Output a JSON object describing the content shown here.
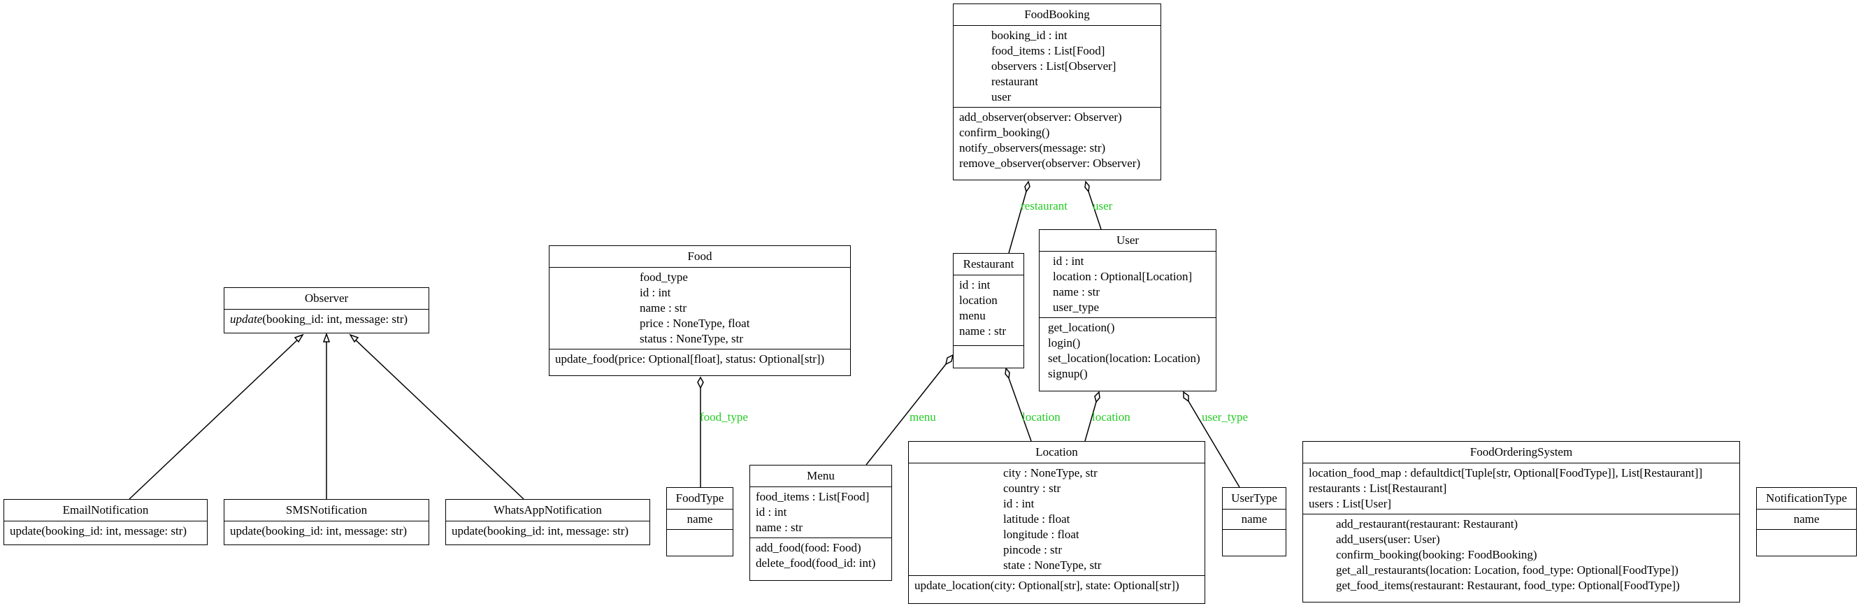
{
  "classes": {
    "food_booking": {
      "name": "FoodBooking",
      "attributes": [
        "booking_id : int",
        "food_items : List[Food]",
        "observers : List[Observer]",
        "restaurant",
        "user"
      ],
      "operations": [
        "add_observer(observer: Observer)",
        "confirm_booking()",
        "notify_observers(message: str)",
        "remove_observer(observer: Observer)"
      ]
    },
    "food": {
      "name": "Food",
      "attributes": [
        "food_type",
        "id : int",
        "name : str",
        "price : NoneType, float",
        "status : NoneType, str"
      ],
      "operations": [
        "update_food(price: Optional[float], status: Optional[str])"
      ]
    },
    "observer": {
      "name": "Observer",
      "operations_abstract": [
        {
          "name": "update",
          "params": "(booking_id: int, message: str)"
        }
      ]
    },
    "restaurant": {
      "name": "Restaurant",
      "attributes": [
        "id : int",
        "location",
        "menu",
        "name : str"
      ],
      "operations": []
    },
    "user": {
      "name": "User",
      "attributes": [
        "id : int",
        "location : Optional[Location]",
        "name : str",
        "user_type"
      ],
      "operations": [
        "get_location()",
        "login()",
        "set_location(location: Location)",
        "signup()"
      ]
    },
    "email_notification": {
      "name": "EmailNotification",
      "operations": [
        "update(booking_id: int, message: str)"
      ]
    },
    "sms_notification": {
      "name": "SMSNotification",
      "operations": [
        "update(booking_id: int, message: str)"
      ]
    },
    "whatsapp_notification": {
      "name": "WhatsAppNotification",
      "operations": [
        "update(booking_id: int, message: str)"
      ]
    },
    "food_type": {
      "name": "FoodType",
      "attributes": [
        "name"
      ]
    },
    "menu": {
      "name": "Menu",
      "attributes": [
        "food_items : List[Food]",
        "id : int",
        "name : str"
      ],
      "operations": [
        "add_food(food: Food)",
        "delete_food(food_id: int)"
      ]
    },
    "location": {
      "name": "Location",
      "attributes": [
        "city : NoneType, str",
        "country : str",
        "id : int",
        "latitude : float",
        "longitude : float",
        "pincode : str",
        "state : NoneType, str"
      ],
      "operations": [
        "update_location(city: Optional[str], state: Optional[str])"
      ]
    },
    "user_type": {
      "name": "UserType",
      "attributes": [
        "name"
      ]
    },
    "food_ordering_system": {
      "name": "FoodOrderingSystem",
      "attributes": [
        "location_food_map : defaultdict[Tuple[str, Optional[FoodType]], List[Restaurant]]",
        "restaurants : List[Restaurant]",
        "users : List[User]"
      ],
      "operations": [
        "add_restaurant(restaurant: Restaurant)",
        "add_users(user: User)",
        "confirm_booking(booking: FoodBooking)",
        "get_all_restaurants(location: Location, food_type: Optional[FoodType])",
        "get_food_items(restaurant: Restaurant, food_type: Optional[FoodType])"
      ]
    },
    "notification_type": {
      "name": "NotificationType",
      "attributes": [
        "name"
      ]
    }
  },
  "edge_labels": {
    "restaurant": "restaurant",
    "user": "user",
    "food_type": "food_type",
    "menu": "menu",
    "location_r": "location",
    "location_u": "location",
    "user_type": "user_type"
  },
  "colors": {
    "edge_label": "#22cc22",
    "line": "#000000"
  }
}
